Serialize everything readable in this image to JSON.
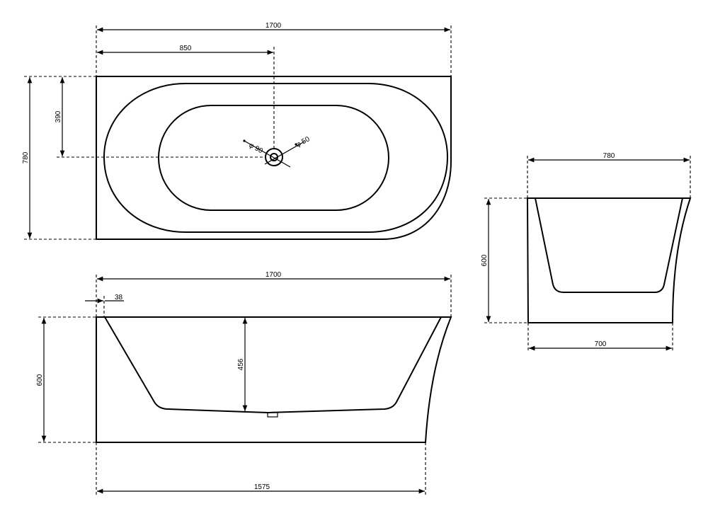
{
  "colors": {
    "line": "#000000",
    "background": "#ffffff"
  },
  "top_view": {
    "overall_length": "1700",
    "drain_offset": "850",
    "width": "780",
    "drain_from_top": "390",
    "waste_dia_1": "φ 90",
    "waste_dia_2": "φ 50"
  },
  "front_view": {
    "overall_length": "1700",
    "base_length": "1575",
    "height": "600",
    "inner_depth": "456",
    "rim_offset": "38"
  },
  "side_view": {
    "top_width": "780",
    "base_width": "700",
    "height": "600"
  }
}
